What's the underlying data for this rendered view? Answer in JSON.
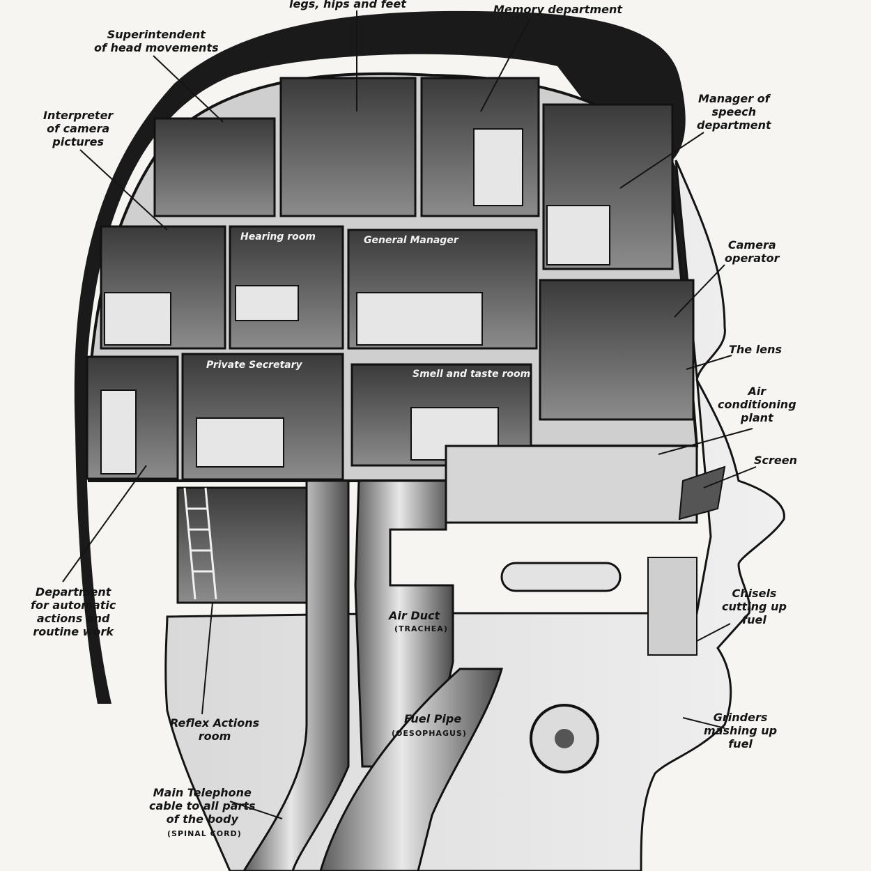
{
  "labels": {
    "legs_hips_feet": "legs, hips and feet",
    "memory_department": "Memory department",
    "superintendent_head_movements": "Superintendent\nof head movements",
    "interpreter_camera_pictures": "Interpreter\nof camera\npictures",
    "manager_speech_department": "Manager of\nspeech\ndepartment",
    "camera_operator": "Camera\noperator",
    "the_lens": "The lens",
    "air_conditioning_plant": "Air\nconditioning\nplant",
    "screen": "Screen",
    "department_automatic_actions": "Department\nfor automatic\nactions and\nroutine work",
    "chisels_cutting_fuel": "Chisels\ncutting up\nfuel",
    "grinders_mashing_fuel": "Grinders\nmashing up\nfuel",
    "reflex_actions_room": "Reflex Actions\nroom",
    "main_telephone_cable": "Main Telephone\ncable to all parts\nof the body",
    "spinal_cord": "(SPINAL CORD)",
    "fuel_pipe": "Fuel Pipe",
    "oesophagus": "(OESOPHAGUS)"
  },
  "rooms": {
    "hearing_room": "Hearing room",
    "general_manager": "General Manager",
    "private_secretary": "Private Secretary",
    "smell_and_taste_room": "Smell and taste room",
    "air_duct": "Air Duct",
    "trachea": "(TRACHEA)"
  },
  "colors": {
    "paper": "#f6f5f1",
    "hair": "#1a1a1a",
    "ink": "#141414",
    "room_dark": "#4a4a4a",
    "room_light": "#9a9a9a"
  }
}
